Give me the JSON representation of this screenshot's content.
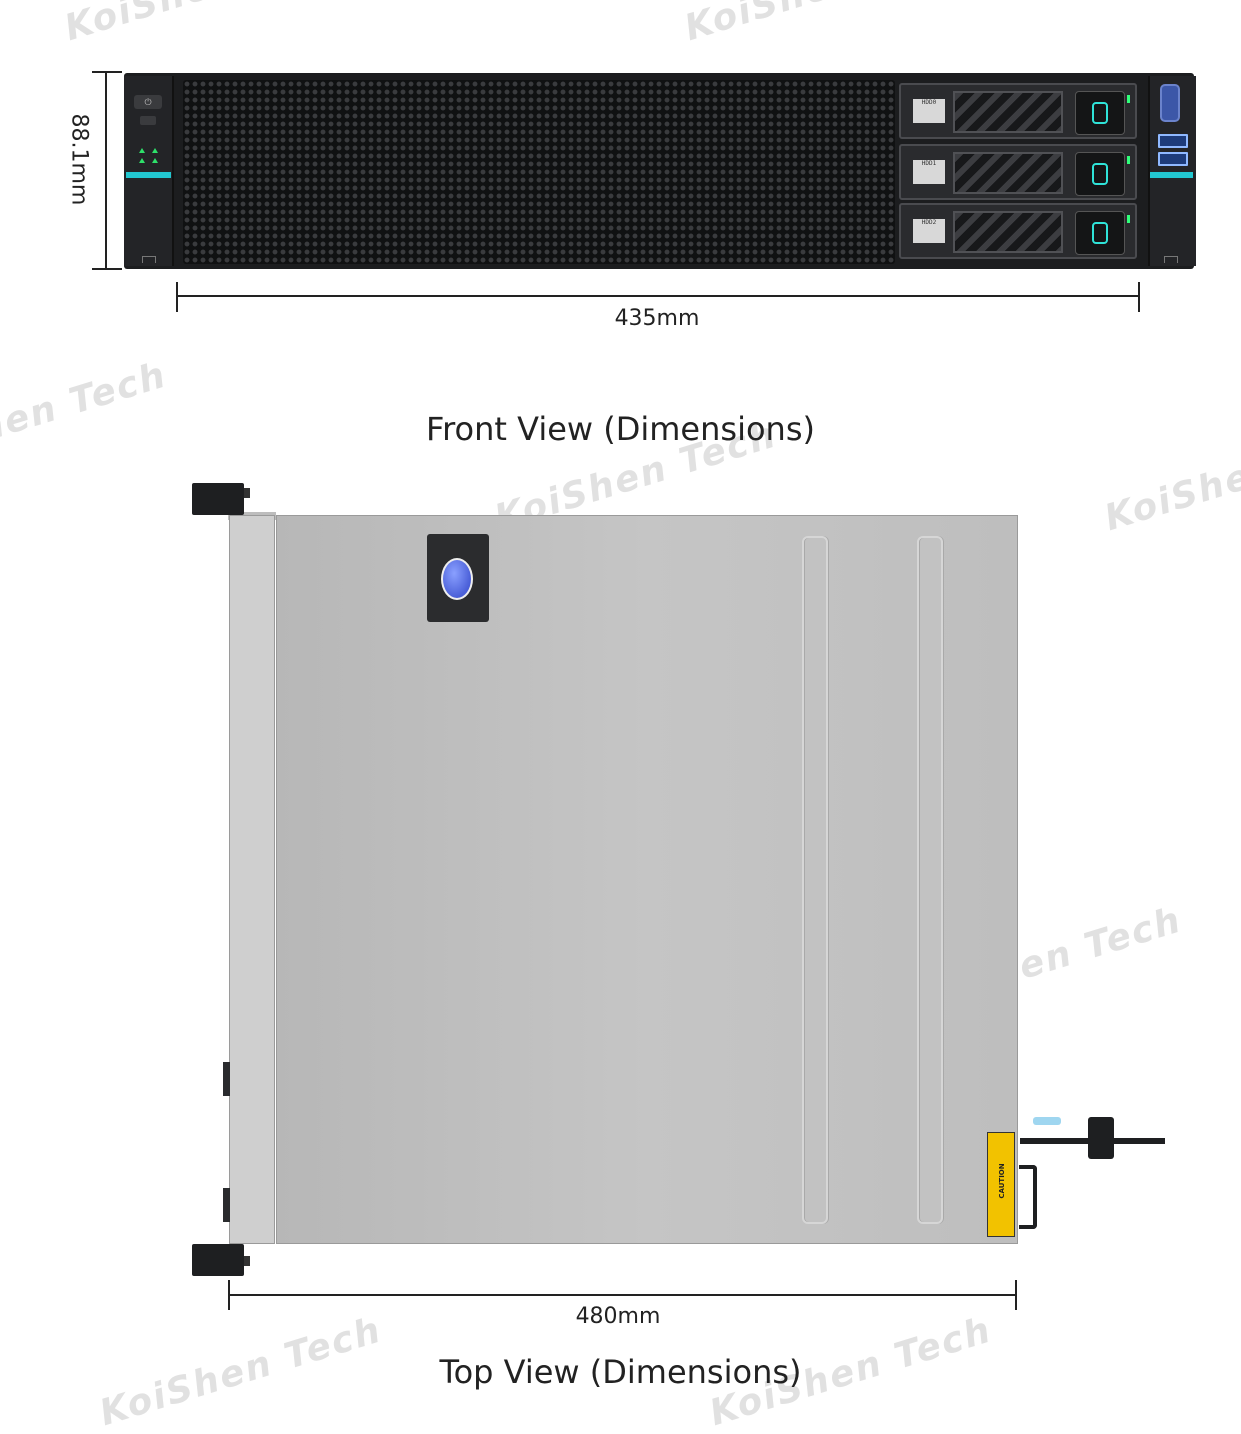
{
  "watermark": "KoiShen Tech",
  "front_view": {
    "caption": "Front View (Dimensions)",
    "height_label": "88.1mm",
    "width_label": "435mm",
    "drive_bays": [
      {
        "tag": "HDD0"
      },
      {
        "tag": "HDD1"
      },
      {
        "tag": "HDD2"
      }
    ],
    "accent_color": "#22c7d0"
  },
  "top_view": {
    "caption": "Top View (Dimensions)",
    "depth_label": "480mm",
    "caution_label": "CAUTION"
  }
}
